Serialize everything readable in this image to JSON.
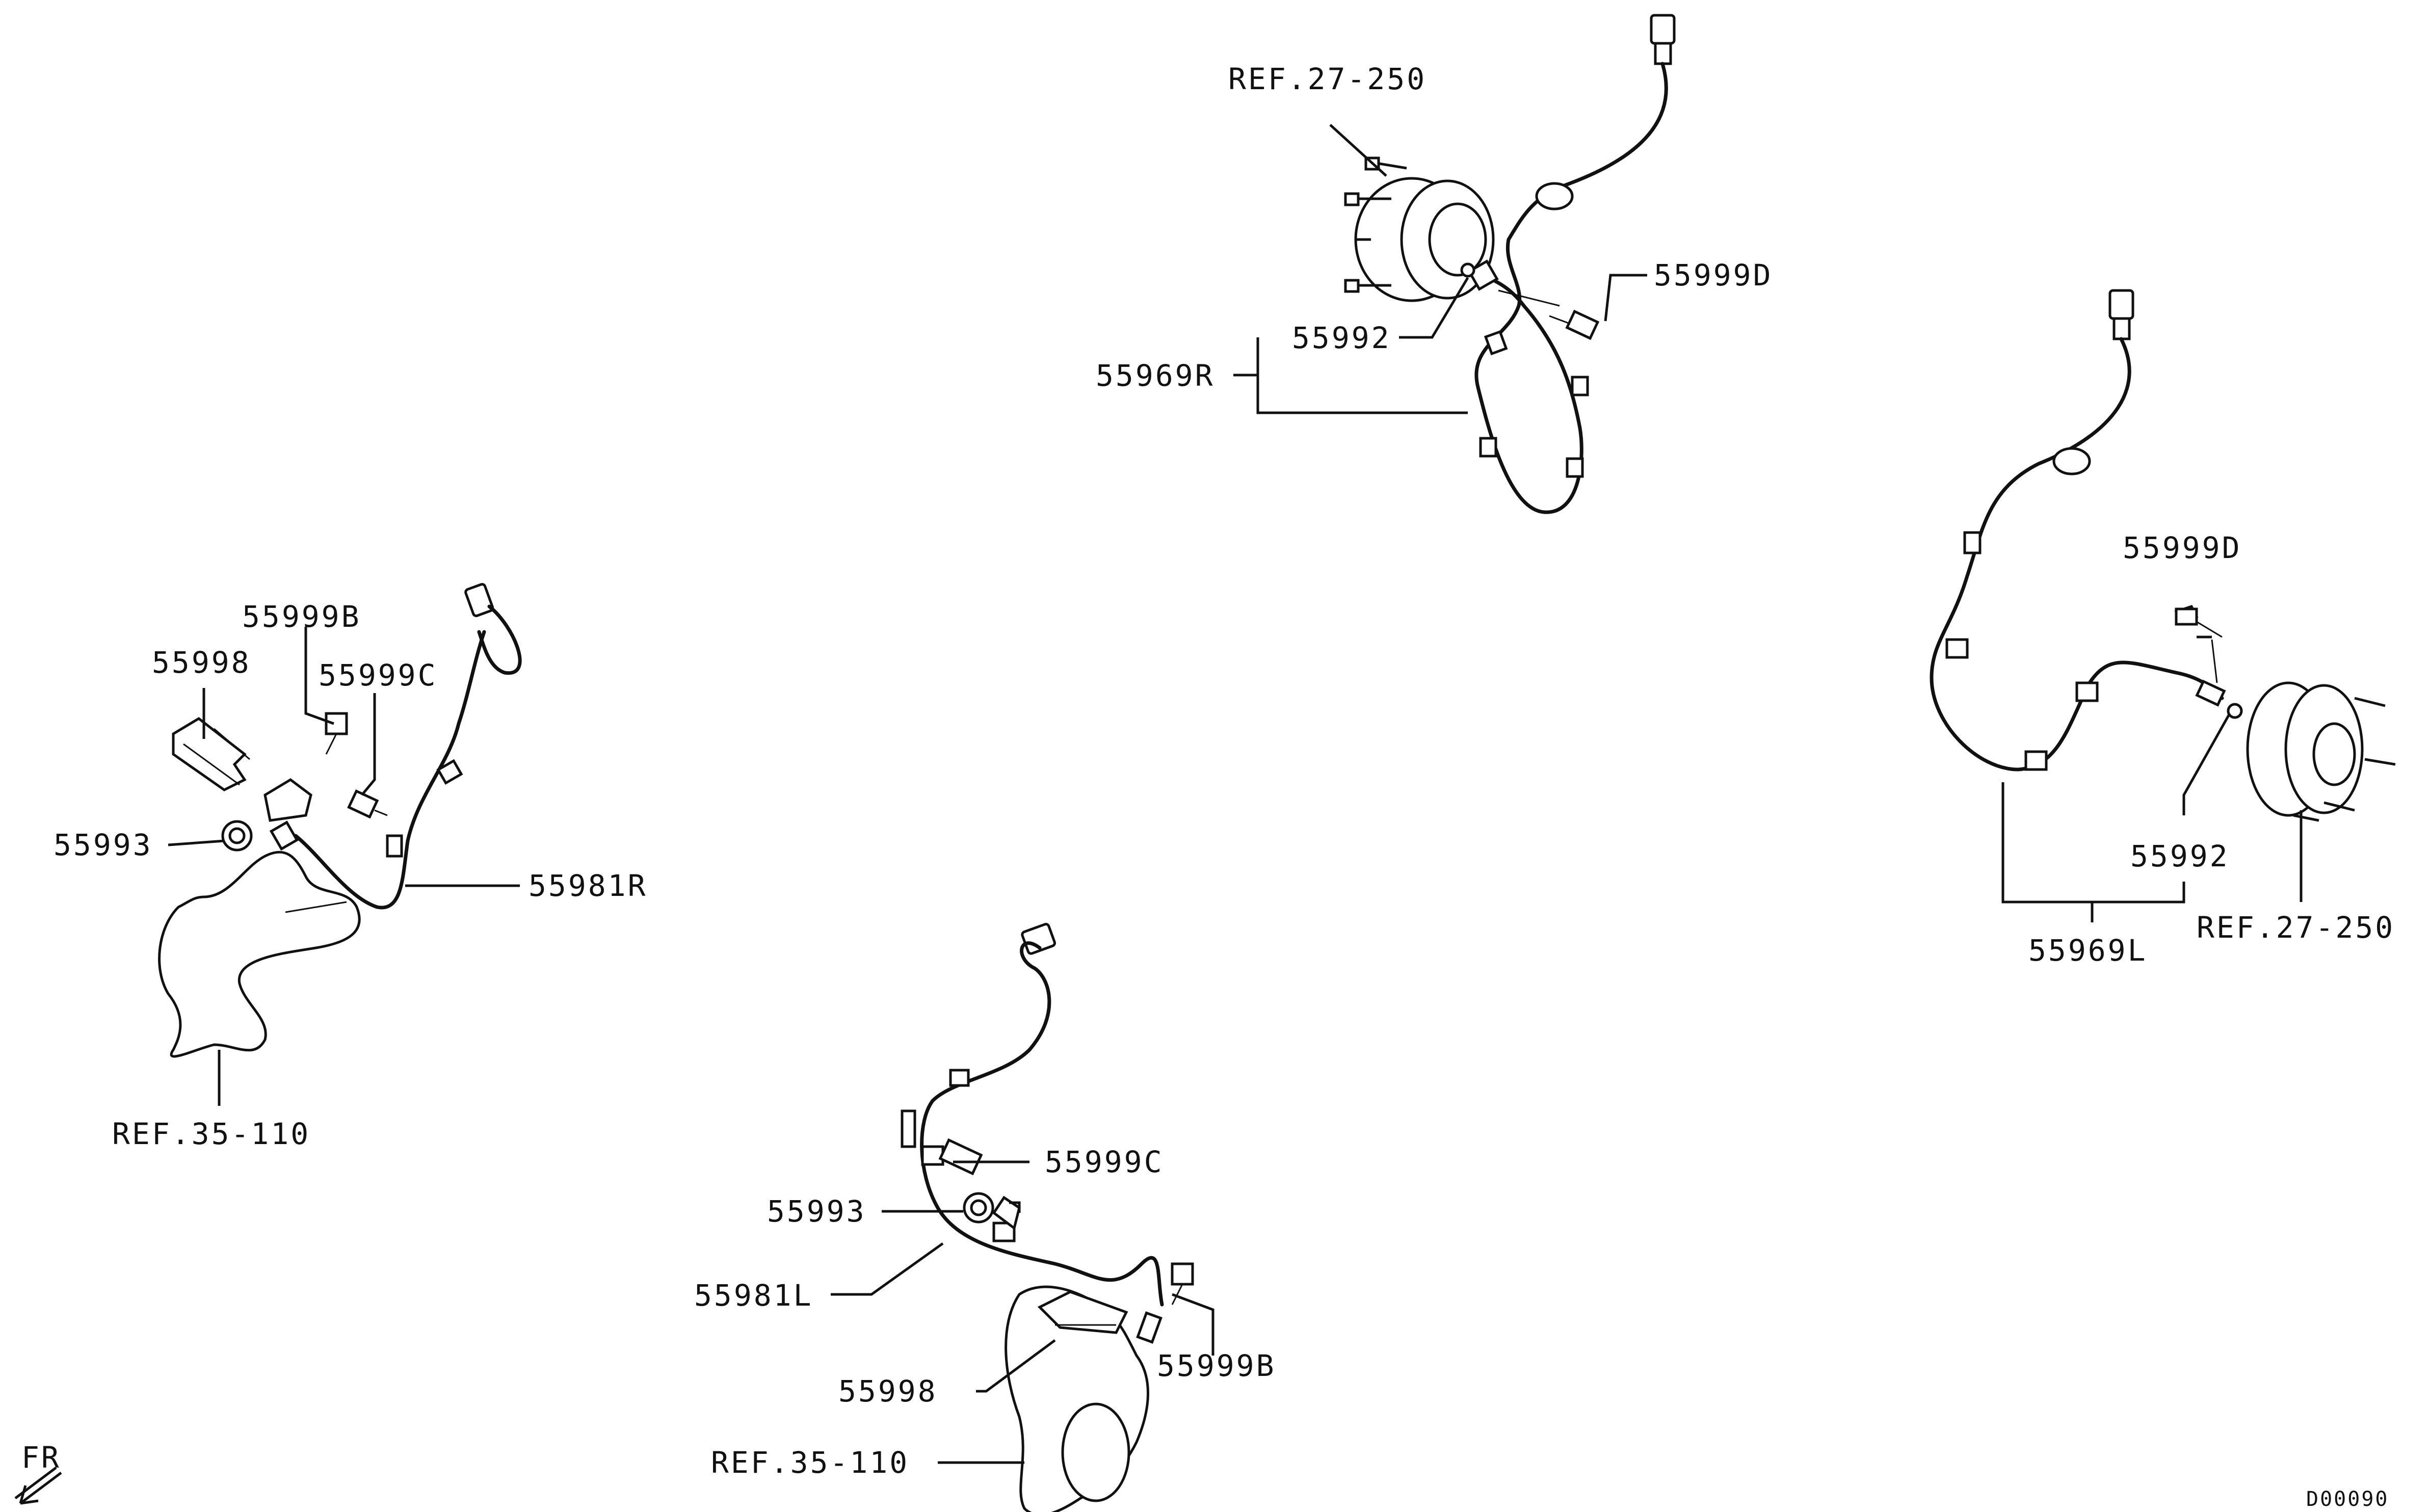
{
  "labels": {
    "ref_27_250_top": "REF.27-250",
    "p55999d_top": "55999D",
    "p55992_top": "55992",
    "p55969r": "55969R",
    "p55999d_right": "55999D",
    "p55992_right": "55992",
    "p55969l": "55969L",
    "ref_27_250_right": "REF.27-250",
    "p55999b_left": "55999B",
    "p55998_left": "55998",
    "p55999c_left": "55999C",
    "p55993_left": "55993",
    "p55981r": "55981R",
    "ref_35_110_left": "REF.35-110",
    "p55999c_bottom": "55999C",
    "p55993_bottom": "55993",
    "p55981l": "55981L",
    "p55999b_bottom": "55999B",
    "p55998_bottom": "55998",
    "ref_35_110_bottom": "REF.35-110",
    "fr": "FR",
    "drawing_code": "D00090"
  }
}
